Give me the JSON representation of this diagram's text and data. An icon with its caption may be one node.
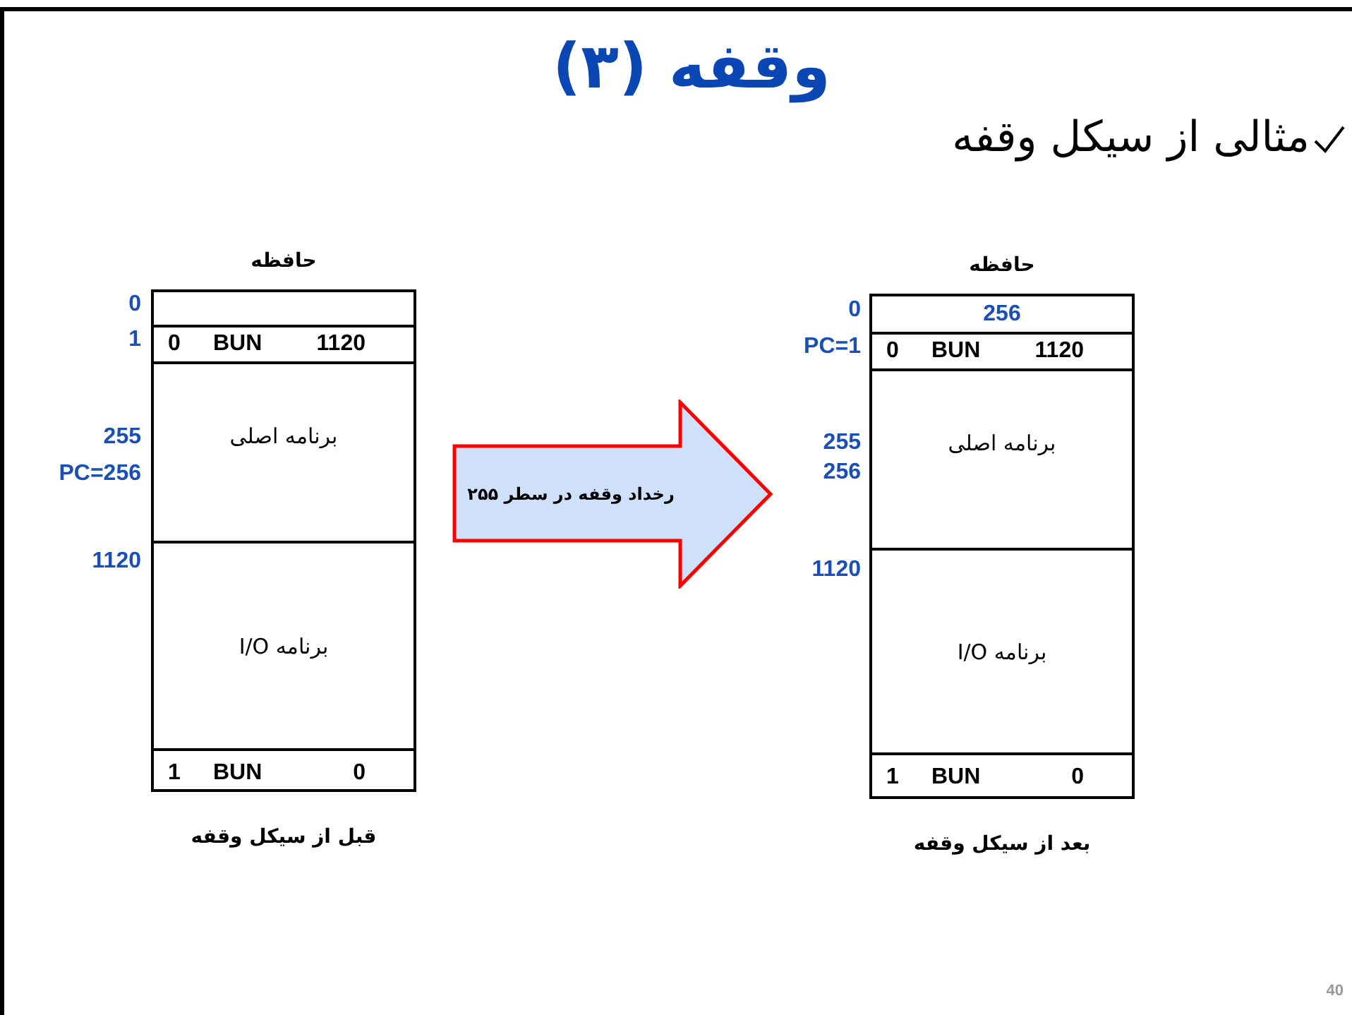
{
  "diagram": {
    "title": "وقفه (۳)",
    "nodes": [
      {
        "text": [
          "حافظه"
        ],
        "beside": [
          "قبل از سیکل وقفه"
        ]
      },
      {
        "text": [],
        "shape": "box",
        "in": 0
      },
      {
        "text": [
          "1120",
          "BUN",
          "0"
        ],
        "in": 0
      },
      {
        "text": [
          "برنامه اصلی"
        ],
        "in": 0
      },
      {
        "text": [
          "برنامه I/O"
        ],
        "in": 0
      },
      {
        "text": [
          "0",
          "BUN",
          "1"
        ],
        "in": 0
      },
      {
        "text": [
          "رخداد وقفه در سطر ۲۵۵"
        ]
      },
      {
        "text": [
          "حافظه"
        ],
        "beside": [
          "بعد از سیکل وقفه"
        ]
      },
      {
        "text": [
          "256"
        ],
        "in": 7
      },
      {
        "text": [
          "1120",
          "BUN",
          "0"
        ],
        "in": 7
      },
      {
        "text": [
          "برنامه اصلی"
        ],
        "in": 7
      },
      {
        "text": [
          "برنامه I/O"
        ],
        "in": 7
      },
      {
        "text": [
          "0",
          "BUN",
          "1"
        ],
        "in": 7
      }
    ],
    "labels": [
      "مثالی از سیکل وقفه",
      "0",
      "1",
      "255",
      "PC=256",
      "1120",
      "0",
      "PC=1",
      "255",
      "256",
      "1120",
      "40"
    ]
  }
}
